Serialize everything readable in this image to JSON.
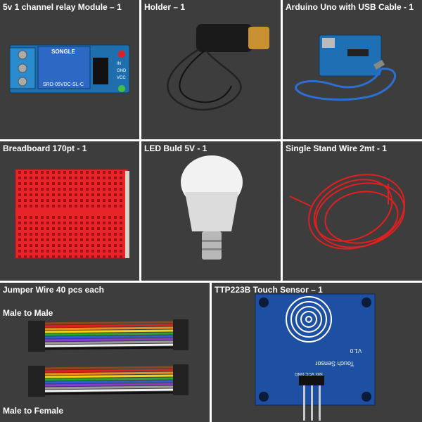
{
  "panels": {
    "relay": {
      "title": "5v 1 channel relay Module – 1",
      "brand": "SONGLE",
      "model": "SRD-05VDC-SL-C",
      "pins": [
        "IN",
        "GND",
        "VCC"
      ]
    },
    "holder": {
      "title": "Holder – 1"
    },
    "arduino": {
      "title": "Arduino Uno with USB Cable - 1"
    },
    "breadboard": {
      "title": "Breadboard 170pt - 1"
    },
    "led": {
      "title": "LED Buld 5V - 1"
    },
    "wire": {
      "title": "Single Stand Wire 2mt - 1"
    },
    "jumper": {
      "title": "Jumper Wire 40 pcs each",
      "male_male": "Male to Male",
      "male_female": "Male to Female"
    },
    "touch": {
      "title": "TTP223B Touch Sensor – 1",
      "board_text": "Touch Sensor",
      "version": "V1.0",
      "pins": "SIG VCC GND"
    }
  },
  "colors": {
    "panel_bg": "#3d3d3d",
    "relay_blue": "#1f5ea8",
    "breadboard_red": "#e8232a",
    "wire_red": "#e02020",
    "sensor_blue": "#1d4fa3"
  }
}
